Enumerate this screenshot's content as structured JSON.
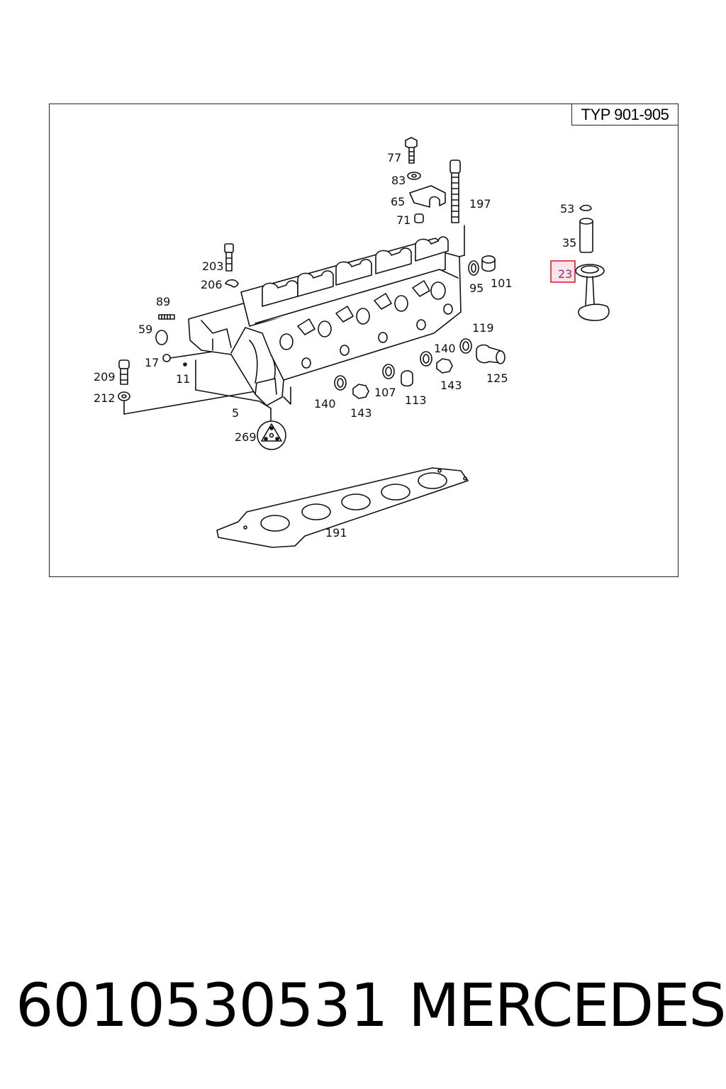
{
  "diagram": {
    "type_label": "TYP 901-905",
    "highlight": {
      "label": "23",
      "color": "#d9232e",
      "fill": "#fbe4ea"
    },
    "labels": [
      "77",
      "83",
      "65",
      "197",
      "71",
      "53",
      "35",
      "23",
      "203",
      "206",
      "95",
      "101",
      "89",
      "59",
      "119",
      "140",
      "17",
      "209",
      "11",
      "125",
      "143",
      "140",
      "107",
      "143",
      "113",
      "212",
      "5",
      "269",
      "191"
    ]
  },
  "footer": {
    "part_number": "6010530531",
    "brand": "MERCEDES"
  }
}
